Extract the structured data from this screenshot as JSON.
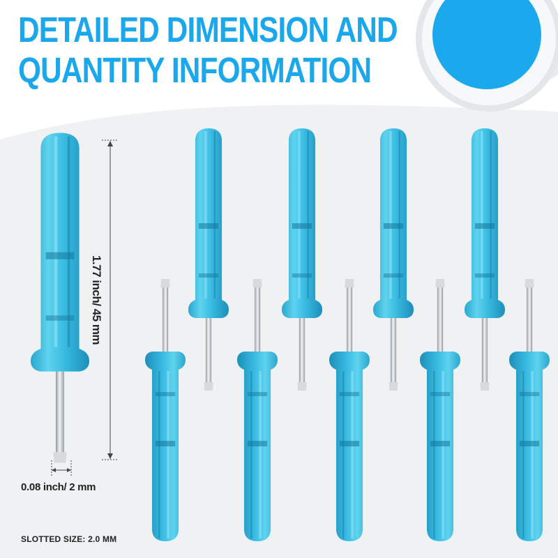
{
  "headline": {
    "line1": "DETAILED DIMENSION AND",
    "line2": "QUANTITY INFORMATION"
  },
  "dimensions": {
    "length_label": "1.77 inch/ 45 mm",
    "tip_width_label": "0.08 inch/ 2 mm"
  },
  "footnote": "SLOTTED SIZE: 2.0 MM",
  "colors": {
    "accent": "#1aa7ec",
    "handle": "#4cc6e6",
    "handle_dark": "#1e9cc4",
    "shaft": "#c8ccd0"
  },
  "product": {
    "quantity_shown": 9,
    "icon": "slotted-screwdriver-icon"
  }
}
